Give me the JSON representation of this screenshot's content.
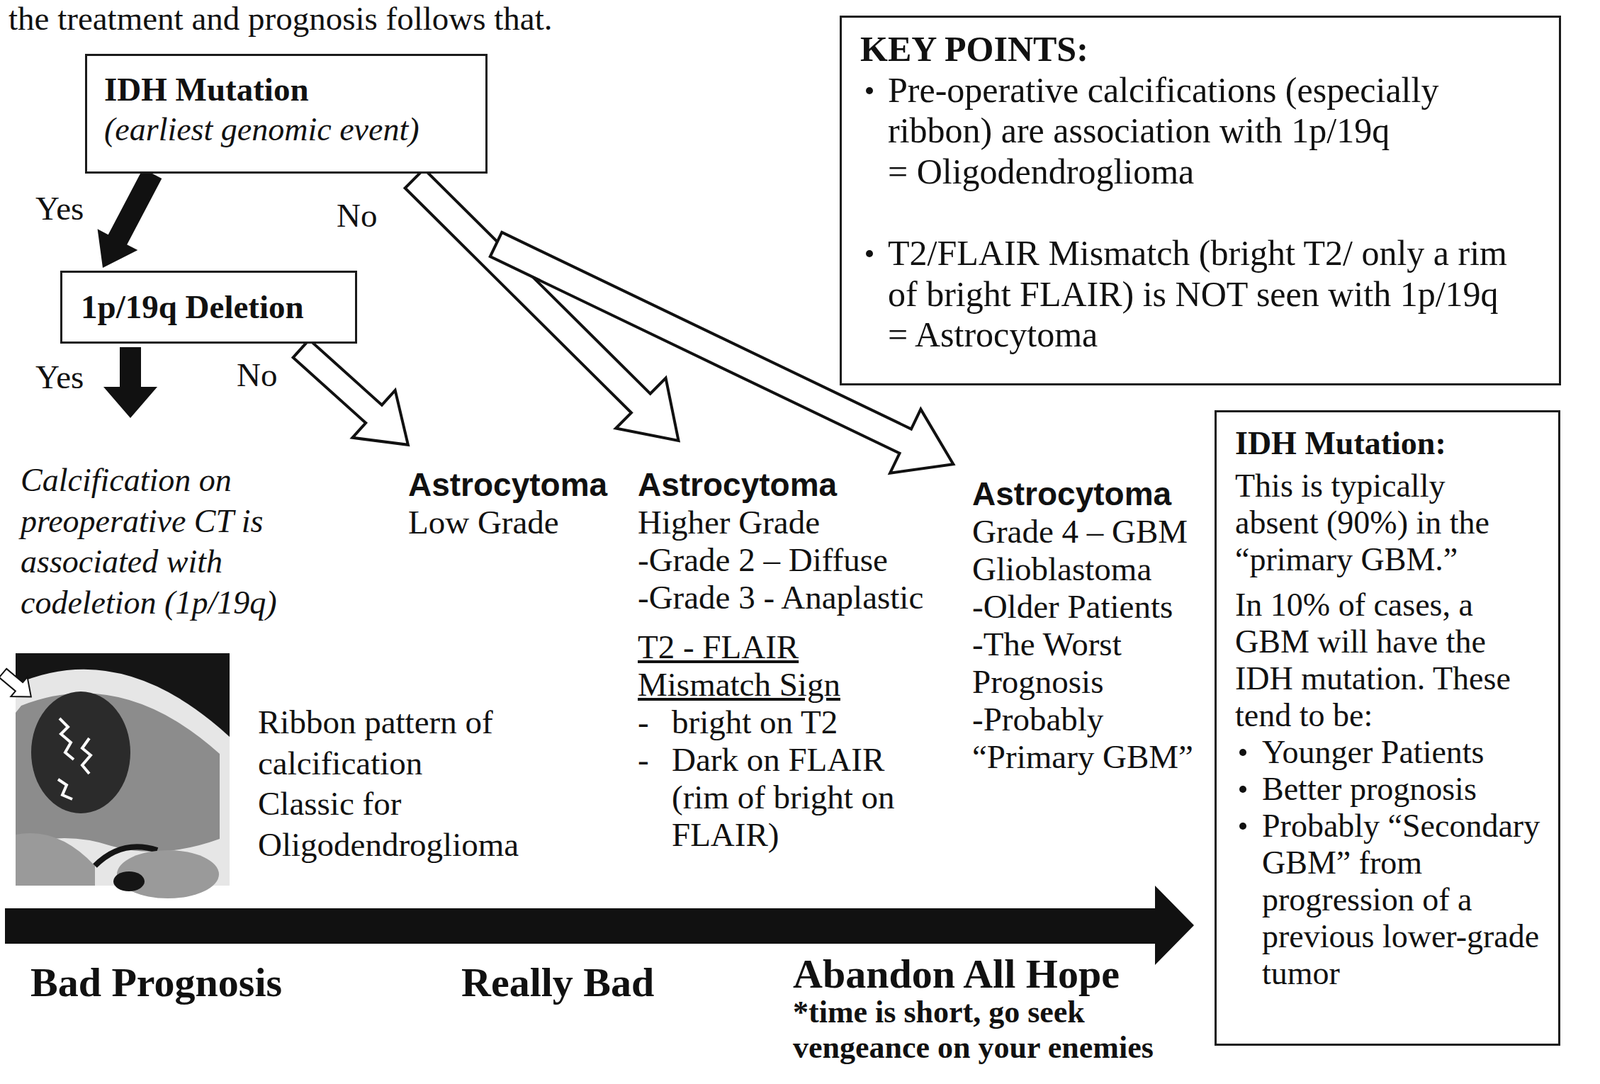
{
  "diagram": {
    "nodes": [
      {
        "text": [
          "IDH Mutation",
          "(earliest genomic event)"
        ]
      },
      {
        "text": [
          "1p/19q Deletion"
        ]
      },
      {
        "text": [
          "KEY POINTS:",
          "Pre-operative calcifications (especially ribbon) are association with 1p/19q",
          "= Oligodendroglioma",
          "T2/FLAIR Mismatch (bright T2/ only a rim of bright FLAIR) is NOT seen with 1p/19q",
          "= Astrocytoma"
        ]
      },
      {
        "text": [
          "IDH Mutation:",
          "This is typically absent (90%) in the “primary GBM.”",
          "In 10% of cases, a GBM will have the IDH mutation. These tend to be:",
          "Younger Patients",
          "Better prognosis",
          "Probably “Secondary GBM” from progression of a previous lower-grade tumor"
        ]
      }
    ],
    "edges": [
      {
        "from": 0,
        "to": 1,
        "arrow": "to"
      }
    ],
    "labels": [
      "the treatment and prognosis follows that.",
      "Yes",
      "No",
      "Yes",
      "No",
      "Calcification on preoperative CT is associated with codeletion (1p/19q)",
      "Astrocytoma",
      "Low Grade",
      "Astrocytoma",
      "Higher Grade",
      "-Grade 2 – Diffuse",
      "-Grade 3 - Anaplastic",
      "T2 - FLAIR Mismatch Sign",
      "-",
      "bright on T2",
      "-",
      "Dark on FLAIR (rim of bright on FLAIR)",
      "Astrocytoma",
      "Grade 4 – GBM",
      "Glioblastoma",
      "-Older Patients",
      "-The Worst Prognosis",
      "-Probably “Primary GBM”",
      "Ribbon pattern of calcification",
      "Classic for Oligodendroglioma",
      "Bad Prognosis",
      "Really Bad",
      "Abandon All Hope",
      "*time is short, go seek vengeance on your enemies"
    ]
  }
}
